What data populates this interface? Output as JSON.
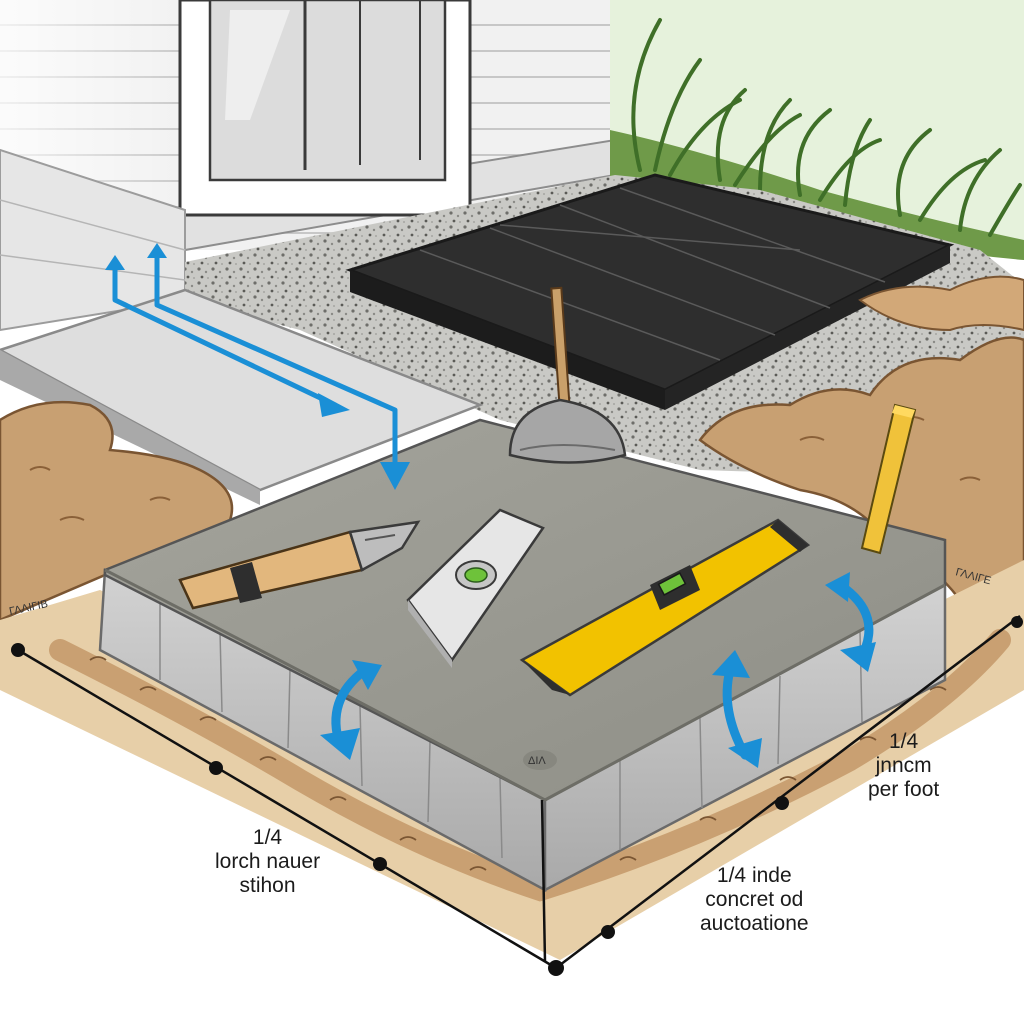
{
  "labels": {
    "left": {
      "line1": "1/4",
      "line2": "lorch nauer",
      "line3": "stihon"
    },
    "center": {
      "line1": "1/4 inde",
      "line2": "concret od",
      "line3": "auctoatione"
    },
    "right": {
      "line1": "1/4",
      "line2": "jnncm",
      "line3": "per foot"
    }
  },
  "scribbles": {
    "left_edge": "ΓΛΛΙΓΙΒ",
    "right_edge": "ΓΛΛΙΓΕ",
    "stamp": "ΔΙΛ"
  },
  "colors": {
    "concrete_top": "#9a9a92",
    "concrete_side": "#c4c4c4",
    "soil": "#c49a6c",
    "gravel": "#b8b8b4",
    "mat": "#2e2e2e",
    "grass": "#5f8c3c",
    "arrow": "#1a8fd6",
    "level": "#f2c200",
    "wood_handle": "#e2b77d"
  },
  "icons": [
    "spirit-level-icon",
    "torpedo-level-icon",
    "utility-knife-icon",
    "shovel-icon",
    "wood-stake-icon",
    "flow-arrow-icon",
    "adjust-arrow-icon"
  ]
}
